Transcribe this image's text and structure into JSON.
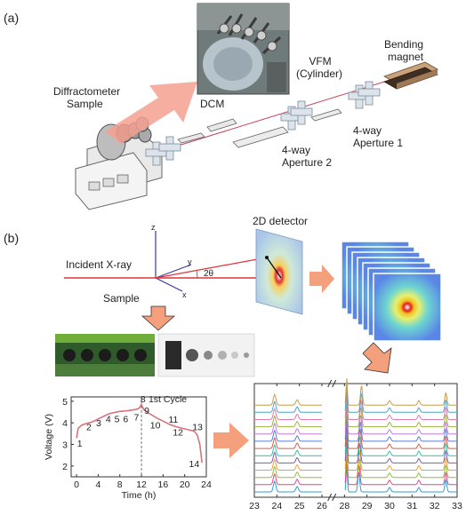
{
  "panel_a": {
    "label": "(a)",
    "diffractometer": "Diffractometer",
    "sample": "Sample",
    "dcm": "DCM",
    "vfm": "VFM",
    "vfm_sub": "(Cylinder)",
    "bending": "Bending",
    "magnet": "magnet",
    "aperture2_line1": "4-way",
    "aperture2_line2": "Aperture 2",
    "aperture1_line1": "4-way",
    "aperture1_line2": "Aperture 1"
  },
  "panel_b": {
    "label": "(b)",
    "detector": "2D detector",
    "incident": "Incident X-ray",
    "sample": "Sample",
    "two_theta": "2θ",
    "axis_z": "z",
    "axis_y": "y",
    "axis_x": "x"
  },
  "chart_data": [
    {
      "type": "line",
      "xlabel": "Time (h)",
      "ylabel": "Voltage (V)",
      "xlim": [
        -1,
        24
      ],
      "ylim": [
        1.5,
        5.2
      ],
      "x_ticks": [
        0,
        4,
        8,
        12,
        16,
        20,
        24
      ],
      "y_ticks": [
        2,
        3,
        4,
        5
      ],
      "annotation": "1st Cycle",
      "series": [
        {
          "color": "#d9737a",
          "x": [
            0,
            0.3,
            1,
            2,
            3,
            4,
            5,
            6,
            7,
            8,
            9,
            10,
            11,
            11.6,
            12,
            12.4,
            13,
            14,
            15,
            16,
            17,
            18,
            19,
            20,
            21,
            21.8,
            22.3,
            22.8,
            23.2
          ],
          "y": [
            3.3,
            3.75,
            3.9,
            3.98,
            4.05,
            4.18,
            4.3,
            4.42,
            4.48,
            4.53,
            4.55,
            4.58,
            4.62,
            4.68,
            4.85,
            4.62,
            4.5,
            4.35,
            4.2,
            4.08,
            3.95,
            3.85,
            3.78,
            3.72,
            3.66,
            3.6,
            3.45,
            3.0,
            2.15
          ]
        }
      ],
      "point_labels": [
        {
          "text": "1",
          "x": 0.1,
          "y": 2.9
        },
        {
          "text": "2",
          "x": 1.8,
          "y": 3.65
        },
        {
          "text": "3",
          "x": 3.6,
          "y": 3.85
        },
        {
          "text": "4",
          "x": 5.4,
          "y": 4.02
        },
        {
          "text": "5",
          "x": 7.0,
          "y": 4.02
        },
        {
          "text": "6",
          "x": 8.6,
          "y": 4.02
        },
        {
          "text": "7",
          "x": 10.6,
          "y": 4.12
        },
        {
          "text": "8",
          "x": 11.8,
          "y": 4.95
        },
        {
          "text": "9",
          "x": 12.5,
          "y": 4.42
        },
        {
          "text": "10",
          "x": 13.6,
          "y": 3.75
        },
        {
          "text": "11",
          "x": 17.0,
          "y": 4.0
        },
        {
          "text": "12",
          "x": 17.8,
          "y": 3.42
        },
        {
          "text": "13",
          "x": 21.4,
          "y": 3.65
        },
        {
          "text": "14",
          "x": 20.8,
          "y": 1.95
        }
      ],
      "marker_line_x": 12
    },
    {
      "type": "line",
      "xlabel": "",
      "ylabel": "",
      "x_ticks": [
        "23",
        "24",
        "25",
        "26",
        "28",
        "29",
        "30",
        "31",
        "32",
        "33"
      ],
      "x_break": true,
      "series_count": 13,
      "series_colors": [
        "#2b9fd8",
        "#e4468d",
        "#8fbd3a",
        "#f0a030",
        "#7b5bb8",
        "#3cbca0",
        "#d95a4b",
        "#5a7fd6",
        "#c47dd6",
        "#9ab33e",
        "#e07ab0",
        "#4aa6c9",
        "#c99a4a"
      ],
      "peak_positions": [
        "23.9",
        "24.9",
        "28.1",
        "28.7",
        "30.0",
        "31.3",
        "32.5"
      ]
    }
  ]
}
